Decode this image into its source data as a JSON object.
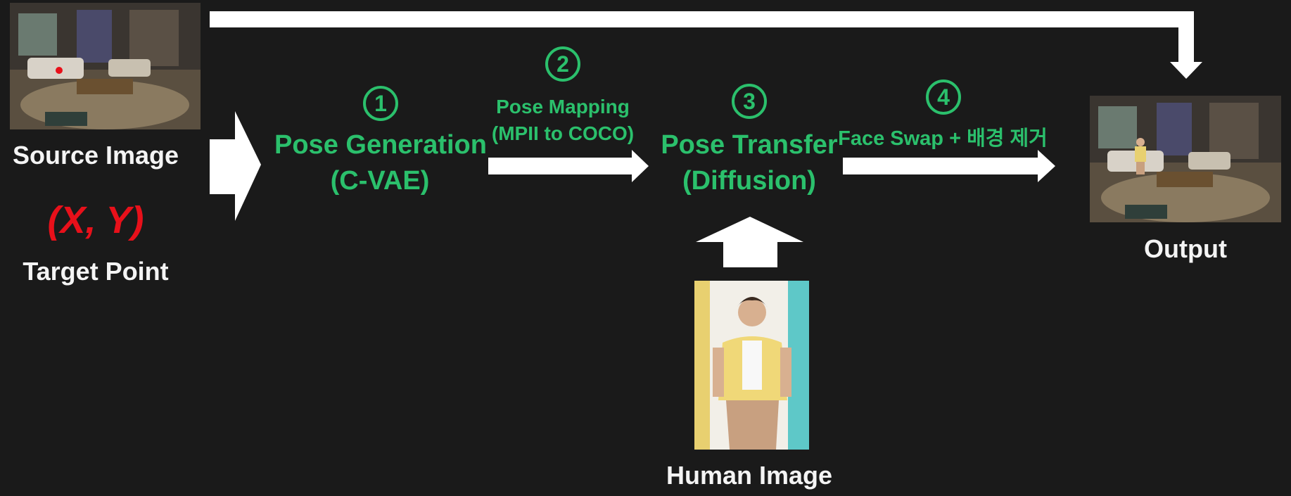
{
  "source": {
    "label": "Source Image"
  },
  "target": {
    "coords": "(X, Y)",
    "label": "Target Point"
  },
  "steps": [
    {
      "num": "1",
      "line1": "Pose Generation",
      "line2": "(C-VAE)"
    },
    {
      "num": "2",
      "line1": "Pose Mapping",
      "line2": "(MPII to COCO)"
    },
    {
      "num": "3",
      "line1": "Pose Transfer",
      "line2": "(Diffusion)"
    },
    {
      "num": "4",
      "line1": "Face Swap + 배경 제거"
    }
  ],
  "human": {
    "label": "Human Image"
  },
  "output": {
    "label": "Output"
  },
  "colors": {
    "background": "#1a1a1a",
    "step_text": "#2bc06c",
    "target_point": "#e8101a",
    "arrow": "#ffffff"
  }
}
